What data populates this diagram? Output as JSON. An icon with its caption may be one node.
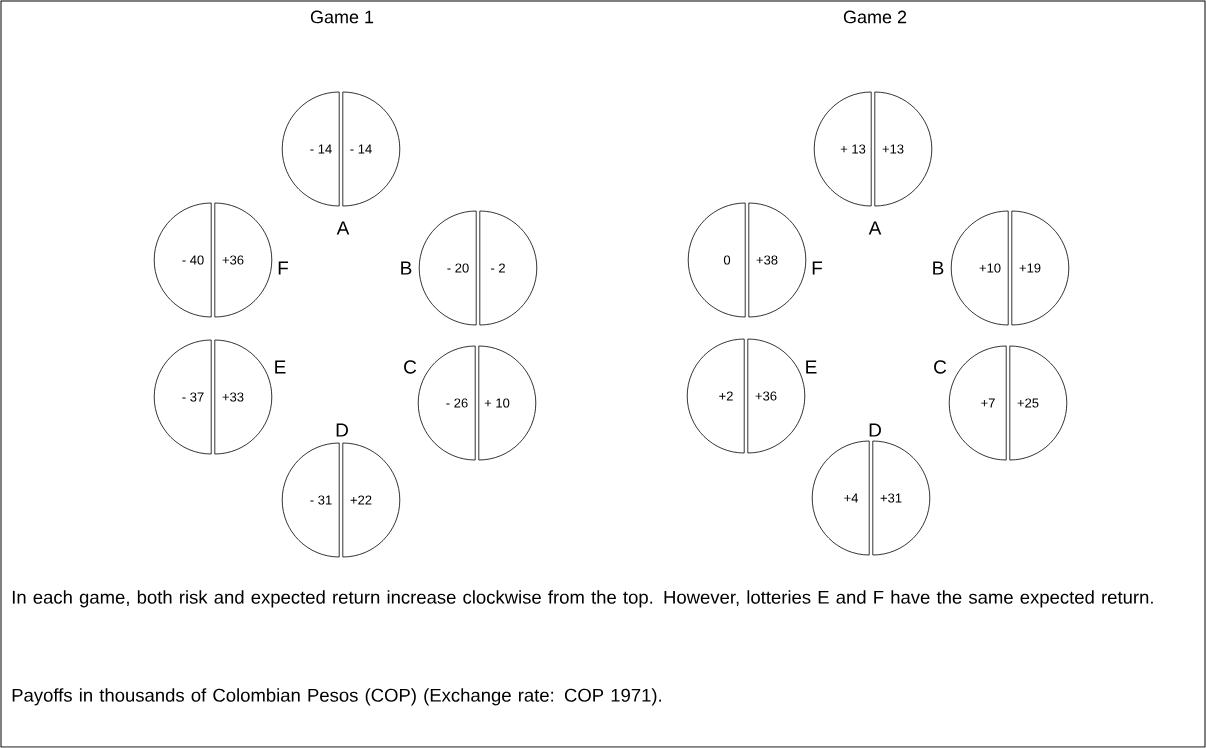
{
  "diagram": {
    "nodes": [
      {
        "text": [
          "- 14",
          "- 14"
        ],
        "beside": [
          "A"
        ]
      },
      {
        "text": [
          "- 40",
          "+36"
        ],
        "beside": [
          "F"
        ]
      },
      {
        "text": [
          "- 20",
          "- 2"
        ],
        "beside": [
          "B"
        ]
      },
      {
        "text": [
          "- 37",
          "+33"
        ],
        "beside": [
          "E"
        ]
      },
      {
        "text": [
          "- 26",
          "+ 10"
        ],
        "beside": [
          "C"
        ]
      },
      {
        "text": [
          "- 31",
          "+22"
        ],
        "beside": [
          "D"
        ]
      },
      {
        "text": [
          "+ 13",
          "+13"
        ],
        "beside": [
          "A"
        ]
      },
      {
        "text": [
          "0",
          "+38"
        ],
        "beside": [
          "F"
        ]
      },
      {
        "text": [
          "+10",
          "+19"
        ],
        "beside": [
          "B"
        ]
      },
      {
        "text": [
          "+2",
          "+36"
        ],
        "beside": [
          "E"
        ]
      },
      {
        "text": [
          "+7",
          "+25"
        ],
        "beside": [
          "C"
        ]
      },
      {
        "text": [
          "+4",
          "+31"
        ],
        "beside": [
          "D"
        ]
      }
    ],
    "labels": [
      "Game 1",
      "Game 2",
      "In each game, both risk and expected return increase clockwise from the top. However, lotteries E and F have the same expected return.",
      "Payoffs in thousands of Colombian Pesos (COP) (Exchange rate: COP 1971)."
    ]
  }
}
